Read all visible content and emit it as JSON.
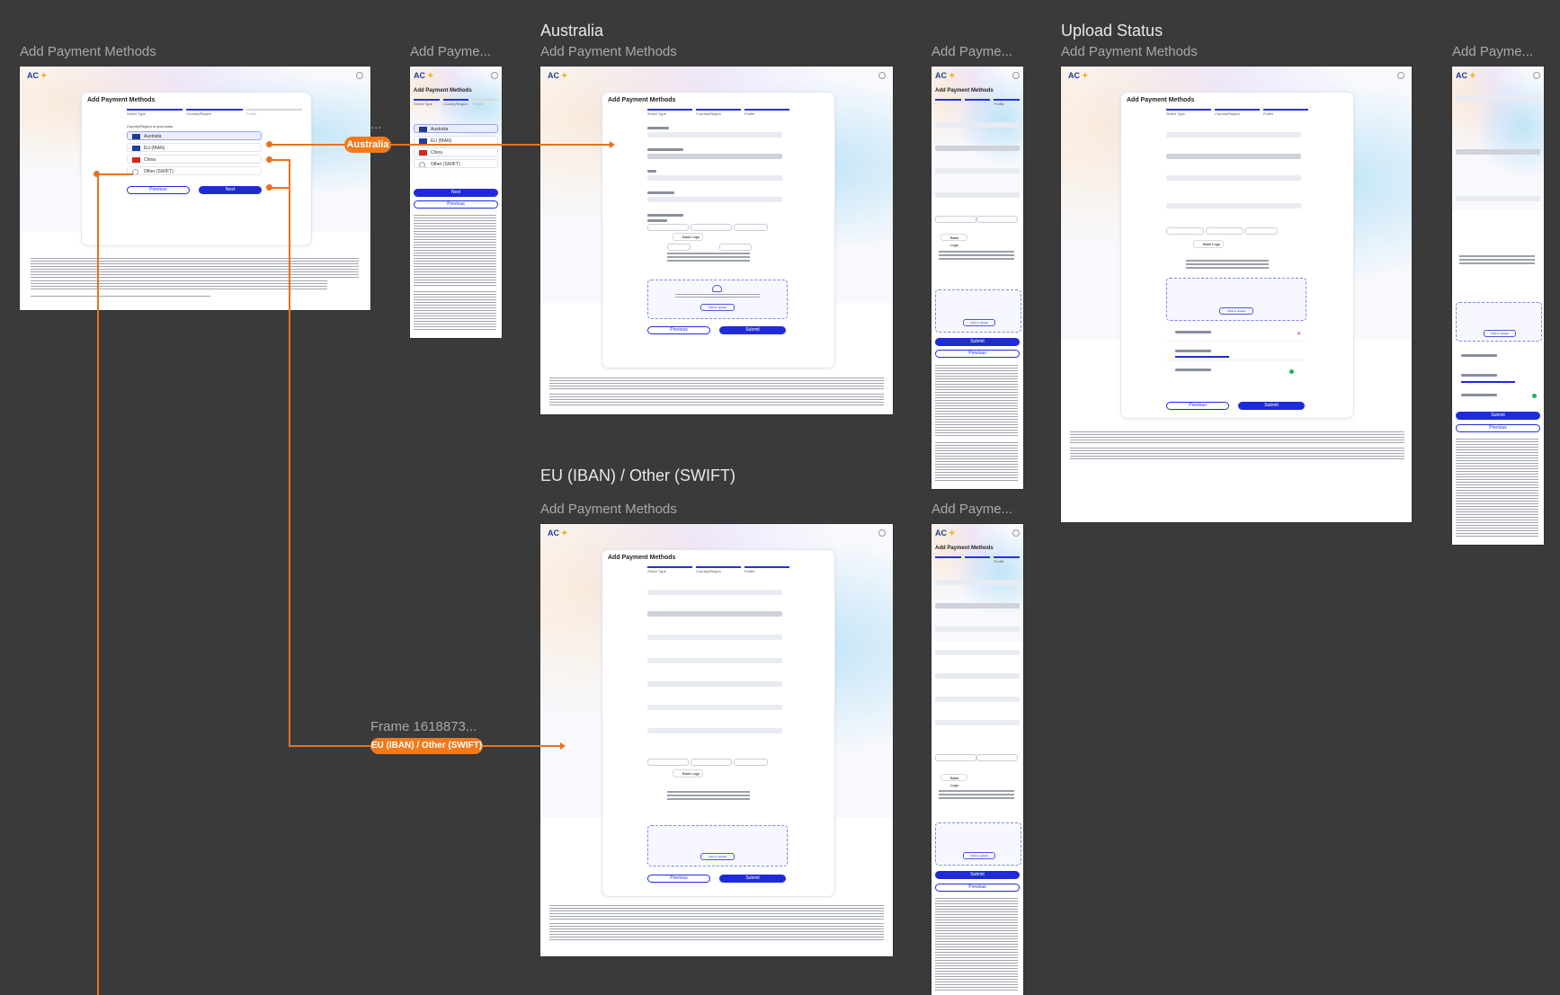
{
  "section_titles": {
    "australia": "Australia",
    "upload_status": "Upload Status",
    "eu_other": "EU (IBAN) / Other (SWIFT)"
  },
  "frame_labels": {
    "f1": "Add Payment Methods",
    "f2": "Add Payme...",
    "f3": "Add Payment Methods",
    "f4": "Add Payme...",
    "f5": "Add Payment Methods",
    "f6": "Add Payme...",
    "f7": "Add Payment Methods",
    "f8": "Add Payme...",
    "floating": "Frame 1618873..."
  },
  "flow_tags": {
    "australia": "Australia",
    "eu_other": "EU (IBAN) / Other (SWIFT)"
  },
  "app": {
    "logo": "AC",
    "card_title": "Add Payment Methods",
    "steps": [
      "Select Type",
      "Country/Region",
      "Profile"
    ],
    "region_prompt": "Country/Region of your bank",
    "regions": [
      "Australia",
      "EU (IBAN)",
      "China",
      "Other (SWIFT)"
    ],
    "previous": "Previous",
    "next": "Next",
    "submit": "Submit",
    "bank_logo": "Bank Logo",
    "click_to_upload": "Click to upload"
  },
  "colors": {
    "canvas": "#3a3a3a",
    "connector": "#e8721c",
    "primary": "#1f2bd9"
  }
}
